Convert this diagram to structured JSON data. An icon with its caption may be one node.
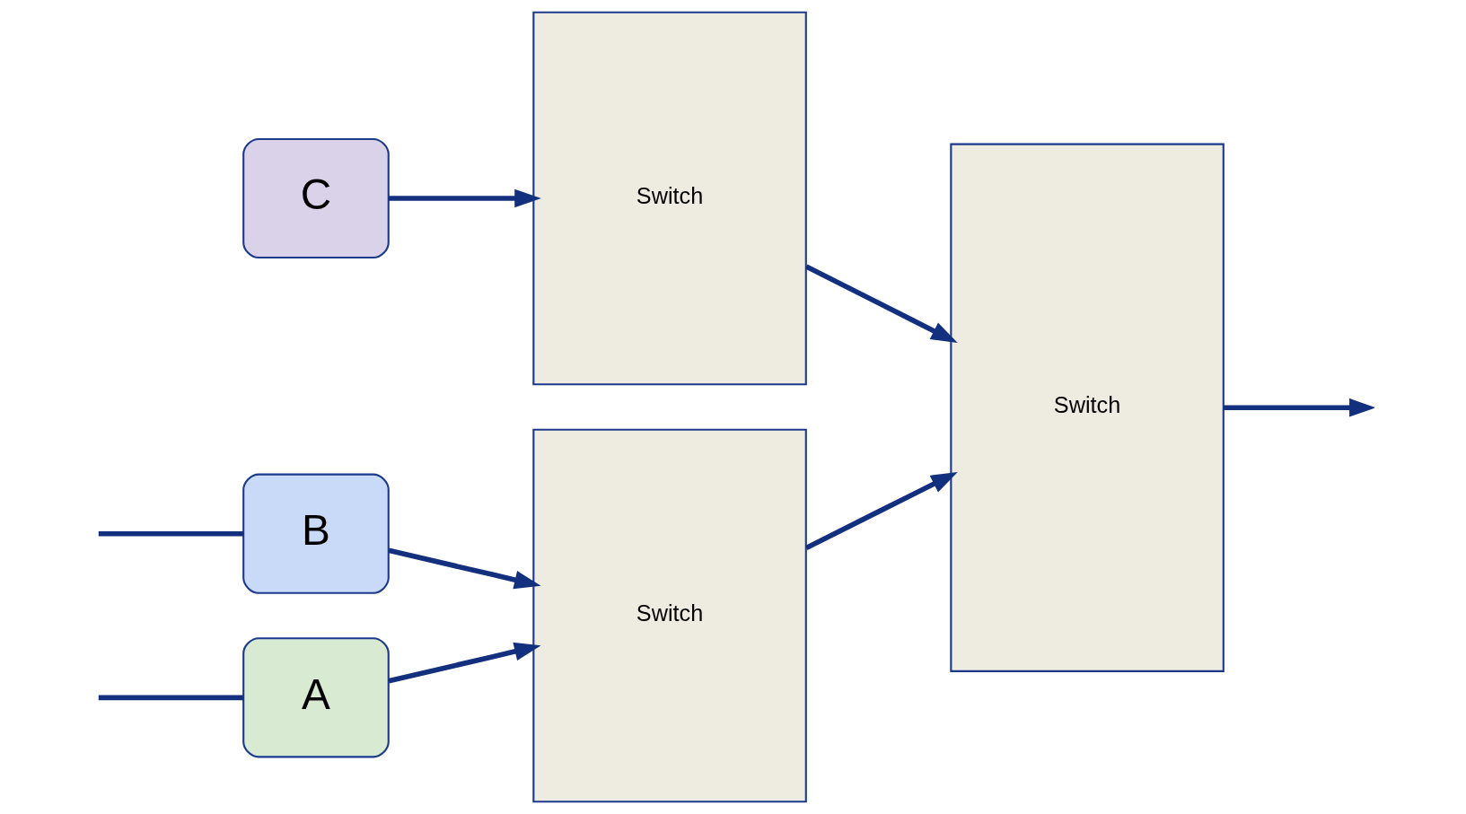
{
  "diagram": {
    "nodes": [
      {
        "text": [
          "A"
        ]
      },
      {
        "text": [
          "B"
        ]
      },
      {
        "text": [
          "C"
        ]
      },
      {
        "text": [
          "Switch"
        ]
      },
      {
        "text": [
          "Switch"
        ]
      },
      {
        "text": [
          "Switch"
        ]
      }
    ],
    "edges": [
      {
        "from": null,
        "to": 0,
        "arrow": "none"
      },
      {
        "from": 0,
        "to": 3,
        "arrow": "to"
      },
      {
        "from": null,
        "to": 1,
        "arrow": "none"
      },
      {
        "from": 1,
        "to": 3,
        "arrow": "to"
      },
      {
        "from": 2,
        "to": 4,
        "arrow": "to"
      },
      {
        "from": 3,
        "to": 5,
        "arrow": "to"
      },
      {
        "from": 4,
        "to": 5,
        "arrow": "to"
      },
      {
        "from": 5,
        "to": null,
        "arrow": "to"
      }
    ]
  }
}
